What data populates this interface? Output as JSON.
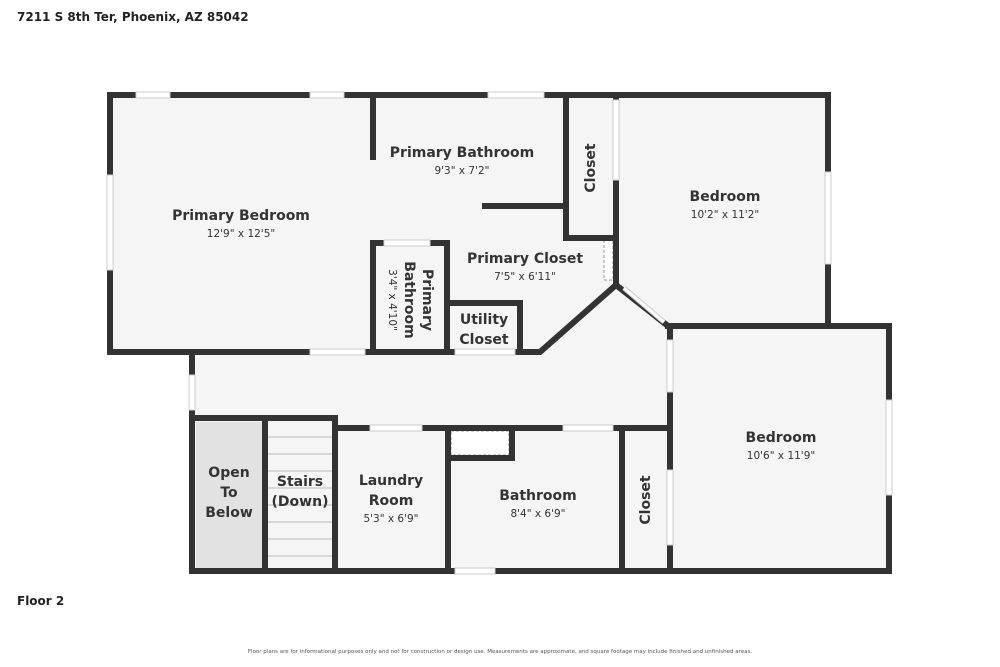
{
  "address": "7211 S 8th Ter, Phoenix, AZ 85042",
  "floor_label": "Floor 2",
  "disclaimer": "Floor plans are for informational purposes only and not for construction or design use. Measurements are approximate, and square footage may include finished and unfinished areas.",
  "rooms": {
    "primary_bedroom": {
      "name": "Primary Bedroom",
      "dim": "12'9\" x 12'5\""
    },
    "primary_bathroom": {
      "name": "Primary Bathroom",
      "dim": "9'3\" x 7'2\""
    },
    "closet_top": {
      "name": "Closet"
    },
    "bedroom_1": {
      "name": "Bedroom",
      "dim": "10'2\" x 11'2\""
    },
    "primary_closet": {
      "name": "Primary Closet",
      "dim": "7'5\" x 6'11\""
    },
    "primary_bathroom_small": {
      "name1": "Primary",
      "name2": "Bathroom",
      "dim": "3'4\" x 4'10\""
    },
    "utility_closet": {
      "name1": "Utility",
      "name2": "Closet"
    },
    "bedroom_2": {
      "name": "Bedroom",
      "dim": "10'6\" x 11'9\""
    },
    "open_to_below": {
      "l1": "Open",
      "l2": "To",
      "l3": "Below"
    },
    "stairs": {
      "l1": "Stairs",
      "l2": "(Down)"
    },
    "laundry": {
      "l1": "Laundry",
      "l2": "Room",
      "dim": "5'3\" x 6'9\""
    },
    "bathroom": {
      "name": "Bathroom",
      "dim": "8'4\" x 6'9\""
    },
    "closet_bottom": {
      "name": "Closet"
    }
  }
}
